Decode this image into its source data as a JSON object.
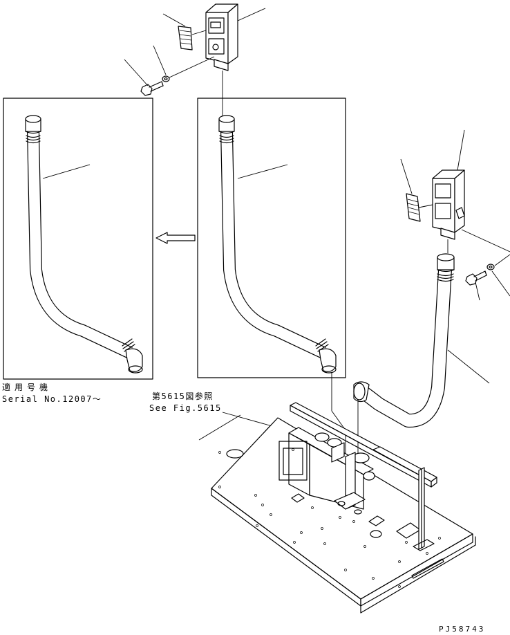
{
  "labels": {
    "serial_jp": "適用号機",
    "serial_no": "Serial No.12007～",
    "ref_jp": "第5615図参照",
    "ref_en": "See Fig.5615",
    "drawing_code": "PJ58743"
  },
  "colors": {
    "line": "#000000",
    "background": "#ffffff"
  }
}
